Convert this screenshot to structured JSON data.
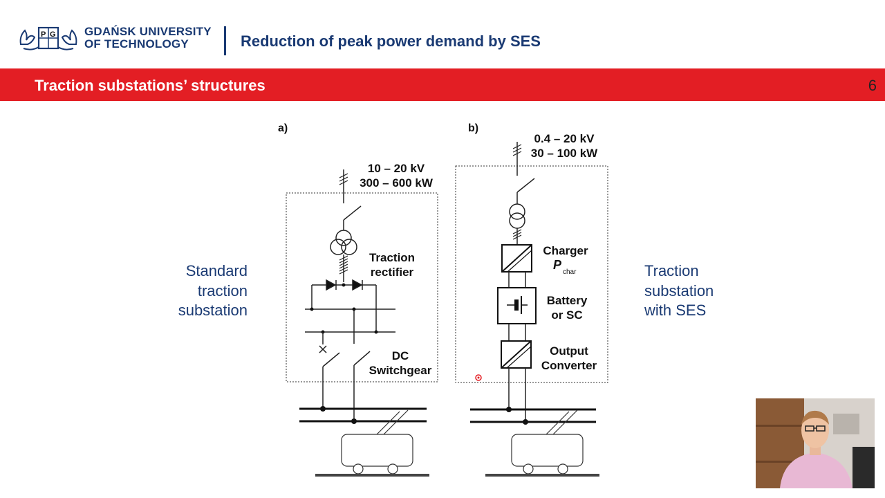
{
  "header": {
    "university_line1": "GDAŃSK UNIVERSITY",
    "university_line2": "OF TECHNOLOGY",
    "slide_title": "Reduction of peak power demand by SES"
  },
  "section_bar": {
    "title": "Traction substations’ structures",
    "page_number": "6"
  },
  "left_caption": [
    "Standard",
    "traction",
    "substation"
  ],
  "right_caption": [
    "Traction",
    "substation",
    "with SES"
  ],
  "diagram_a": {
    "tag": "a)",
    "voltage": "10 – 20 kV",
    "power": "300 – 600 kW",
    "rectifier_label": [
      "Traction",
      "rectifier"
    ],
    "switchgear_label": [
      "DC",
      "Switchgear"
    ]
  },
  "diagram_b": {
    "tag": "b)",
    "voltage": "0.4 – 20 kV",
    "power": "30 – 100 kW",
    "charger_label": "Charger",
    "charger_symbol": "P",
    "charger_subscript": "char",
    "battery_label": [
      "Battery",
      "or SC"
    ],
    "output_label": [
      "Output",
      "Converter"
    ]
  },
  "colors": {
    "brand_blue": "#1a3a73",
    "accent_red": "#e31e24"
  },
  "icons": {
    "logo": "pg-logo-icon",
    "webcam": "presenter-webcam"
  }
}
